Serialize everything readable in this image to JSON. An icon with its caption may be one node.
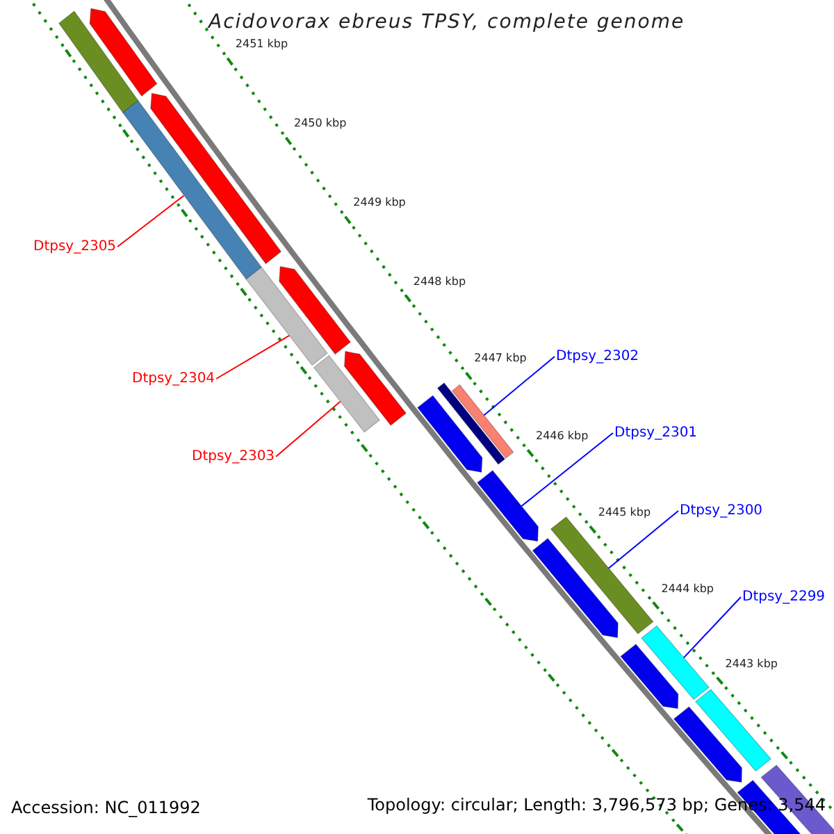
{
  "diagram": {
    "title": "Acidovorax ebreus TPSY, complete genome",
    "nodes": [
      {
        "text": [
          "Dtpsy_2305"
        ]
      },
      {
        "text": [
          "Dtpsy_2302"
        ]
      },
      {
        "text": [
          "Dtpsy_2304"
        ]
      },
      {
        "text": [
          "Dtpsy_2301"
        ]
      },
      {
        "text": [
          "Dtpsy_2303"
        ]
      },
      {
        "text": [
          "Dtpsy_2300"
        ]
      },
      {
        "text": [
          "Dtpsy_2299"
        ]
      },
      {
        "text": [],
        "shape": "arrow"
      },
      {
        "text": [],
        "shape": "bar"
      },
      {
        "text": [],
        "shape": "arrow"
      },
      {
        "text": [],
        "shape": "bar"
      },
      {
        "text": [],
        "shape": "arrow"
      },
      {
        "text": [],
        "shape": "bar"
      },
      {
        "text": [],
        "shape": "arrow"
      },
      {
        "text": [],
        "shape": "bar"
      },
      {
        "text": [],
        "shape": "arrow"
      },
      {
        "text": [],
        "shape": "bar"
      },
      {
        "text": [],
        "shape": "bar"
      },
      {
        "text": [],
        "shape": "arrow"
      },
      {
        "text": [],
        "shape": "bar"
      },
      {
        "text": [],
        "shape": "arrow"
      },
      {
        "text": [],
        "shape": "bar"
      },
      {
        "text": [],
        "shape": "arrow"
      },
      {
        "text": [],
        "shape": "bar"
      },
      {
        "text": [],
        "shape": "arrow"
      },
      {
        "text": [],
        "shape": "bar"
      },
      {
        "text": [],
        "shape": "arrow"
      }
    ],
    "edges": [
      {
        "from": 0,
        "to": 10,
        "arrow": "none",
        "color": "#ff0000"
      },
      {
        "from": 2,
        "to": 12,
        "arrow": "none",
        "color": "#ff0000"
      },
      {
        "from": 4,
        "to": 14,
        "arrow": "none",
        "color": "#ff0000"
      },
      {
        "from": 1,
        "to": 17,
        "arrow": "none"
      },
      {
        "from": 3,
        "to": 18,
        "arrow": "none"
      },
      {
        "from": 5,
        "to": 19,
        "arrow": "none"
      },
      {
        "from": 6,
        "to": 21,
        "arrow": "none"
      }
    ],
    "labels": [
      "2451 kbp",
      "2450 kbp",
      "2449 kbp",
      "2448 kbp",
      "2447 kbp",
      "2446 kbp",
      "2445 kbp",
      "2444 kbp",
      "2443 kbp",
      "Accession: NC_011992",
      "Topology: circular; Length: 3,796,573 bp; Genes: 3,544"
    ]
  }
}
